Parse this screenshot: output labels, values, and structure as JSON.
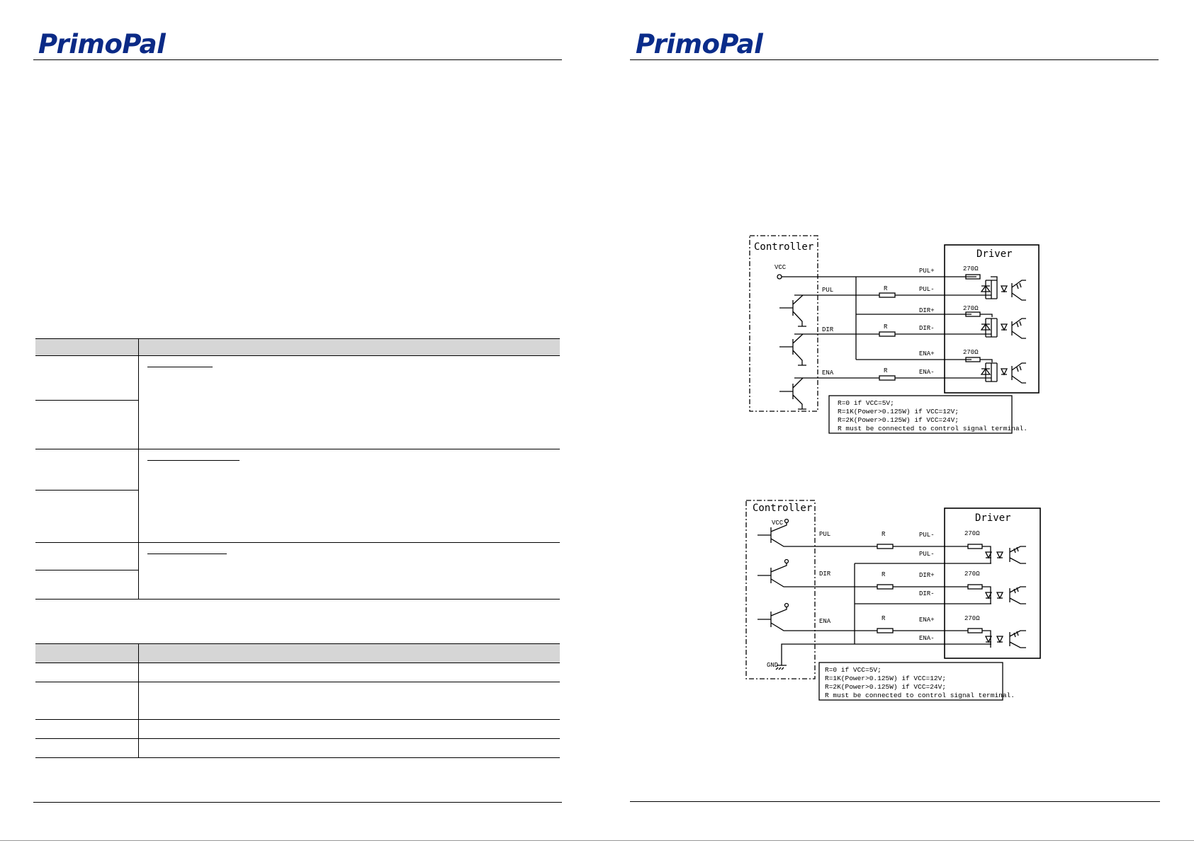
{
  "header": {
    "brand": "PrimoPal"
  },
  "diagram_common_anode": {
    "controller": "Controller",
    "driver": "Driver",
    "vcc": "VCC",
    "inputs": [
      "PUL",
      "DIR",
      "ENA"
    ],
    "terminals_plus": [
      "PUL+",
      "DIR+",
      "ENA+"
    ],
    "terminals_minus": [
      "PUL-",
      "DIR-",
      "ENA-"
    ],
    "resistor": "R",
    "led_resistor": "270Ω",
    "notes": [
      "R=0 if VCC=5V;",
      "R=1K(Power>0.125W) if VCC=12V;",
      "R=2K(Power>0.125W) if VCC=24V;",
      "R must be connected to control signal terminal."
    ]
  },
  "diagram_common_cathode": {
    "controller": "Controller",
    "driver": "Driver",
    "vcc": "VCC",
    "gnd": "GND",
    "inputs": [
      "PUL",
      "DIR",
      "ENA"
    ],
    "terminals_top": [
      "PUL-",
      "DIR+",
      "ENA+"
    ],
    "terminals_bottom": [
      "PUL-",
      "DIR-",
      "ENA-"
    ],
    "resistor": "R",
    "led_resistor": "270Ω",
    "notes": [
      "R=0 if VCC=5V;",
      "R=1K(Power>0.125W) if VCC=12V;",
      "R=2K(Power>0.125W) if VCC=24V;",
      "R must be connected to control signal terminal."
    ]
  }
}
